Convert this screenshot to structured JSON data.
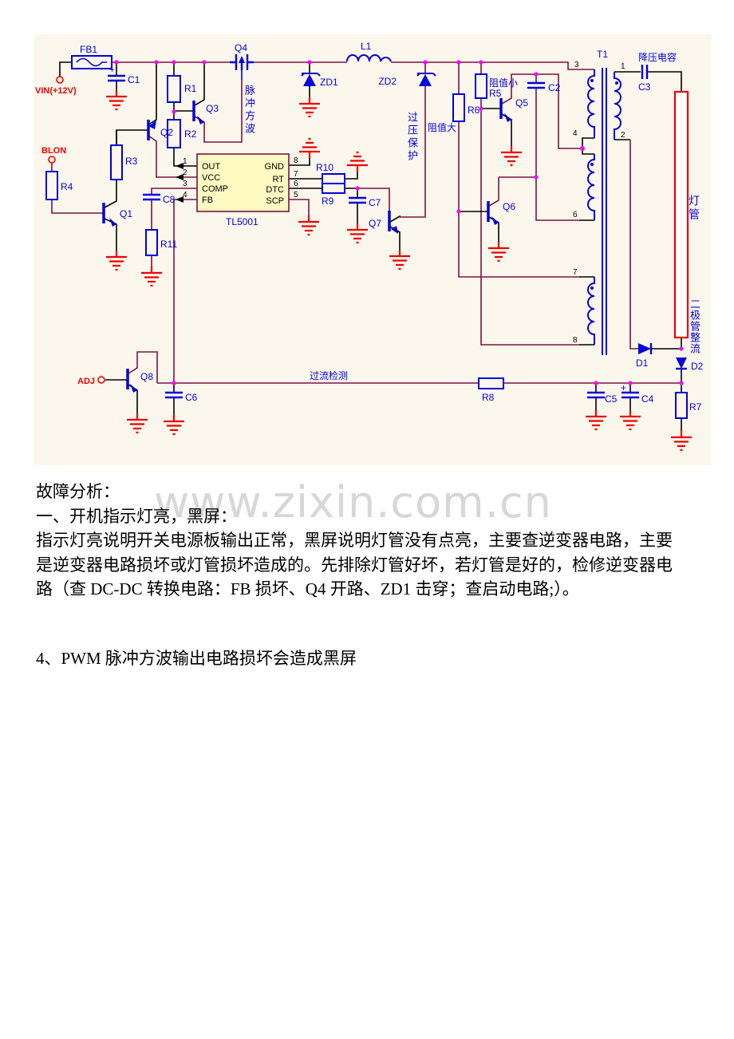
{
  "schematic": {
    "terminals": {
      "vin": "VIN(+12V)",
      "blon": "BLON",
      "adj": "ADJ"
    },
    "labels": {
      "fb1": "FB1",
      "c1": "C1",
      "r1": "R1",
      "r2": "R2",
      "r3": "R3",
      "r4": "R4",
      "q1": "Q1",
      "q2": "Q2",
      "q3": "Q3",
      "q4": "Q4",
      "zd1": "ZD1",
      "zd2": "ZD2",
      "l1": "L1",
      "r5": "R5",
      "r6": "R6",
      "q5": "Q5",
      "q6": "Q6",
      "c2": "C2",
      "t1": "T1",
      "c3": "C3",
      "c7": "C7",
      "c8": "C8",
      "r9": "R9",
      "r10": "R10",
      "r11": "R11",
      "q7": "Q7",
      "q8": "Q8",
      "c6": "C6",
      "r8": "R8",
      "c5": "C5",
      "c4": "C4",
      "r7": "R7",
      "d1": "D1",
      "d2": "D2",
      "plus": "+"
    },
    "ic": {
      "name": "TL5001",
      "pins_left": [
        {
          "num": "1",
          "label": "OUT"
        },
        {
          "num": "2",
          "label": "VCC"
        },
        {
          "num": "3",
          "label": "COMP"
        },
        {
          "num": "4",
          "label": "FB"
        }
      ],
      "pins_right": [
        {
          "num": "8",
          "label": "GND"
        },
        {
          "num": "7",
          "label": "RT"
        },
        {
          "num": "6",
          "label": "DTC"
        },
        {
          "num": "5",
          "label": "SCP"
        }
      ]
    },
    "transformer_pins": {
      "p3": "3",
      "p4": "4",
      "p6": "6",
      "p7": "7",
      "p8": "8",
      "p1": "1",
      "p2": "2"
    },
    "annotations": {
      "pulse": "脉冲方波",
      "ovp": "过压保护",
      "r_big": "阻值大",
      "r_small": "阻值小",
      "stepdown_cap": "降压电容",
      "lamp": "灯管",
      "diode_rectify": "二极管整流",
      "overcurrent": "过流检测"
    },
    "colors": {
      "wire": "#7b1245",
      "component": "#0000dd",
      "ground": "#ee0000",
      "junction": "#ff00ff",
      "ic_fill": "#fffac1",
      "lamp_outline": "#ee0000"
    }
  },
  "article": {
    "heading": "故障分析：",
    "subheading": "一、开机指示灯亮，黑屏：",
    "lines": [
      "指示灯亮说明开关电源板输出正常，黑屏说明灯管没有点亮，主要查逆变器电路，主要",
      "是逆变器电路损坏或灯管损坏造成的。先排除灯管好坏，若灯管是好的，检修逆变器电",
      "路（查 DC-DC 转换电路：FB 损坏、Q4 开路、ZD1 击穿；查启动电路;）。"
    ],
    "item4": "4、PWM 脉冲方波输出电路损坏会造成黑屏"
  },
  "watermark": "www.zixin.com.cn"
}
